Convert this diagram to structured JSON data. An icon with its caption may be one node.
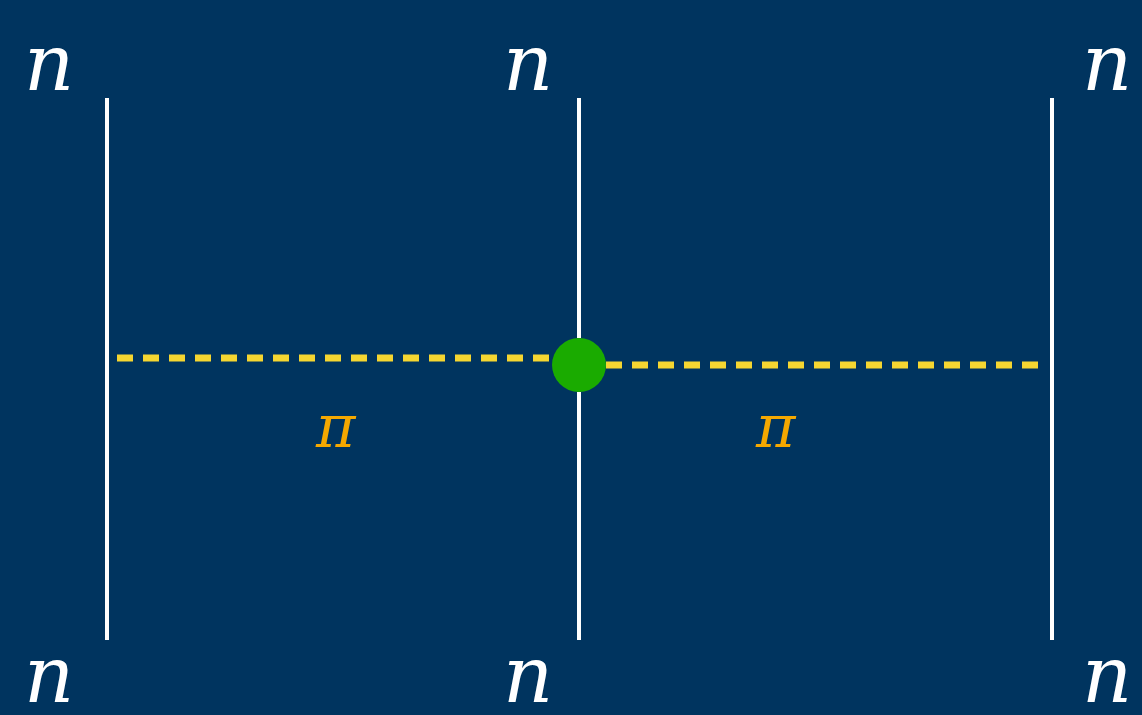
{
  "diagram": {
    "nodes": [
      {
        "text": [
          "n"
        ]
      },
      {
        "text": [
          "n"
        ]
      },
      {
        "text": [
          "n"
        ]
      },
      {
        "text": [
          "n"
        ]
      },
      {
        "text": [
          "n"
        ]
      },
      {
        "text": [
          "n"
        ]
      },
      {
        "text": [],
        "shape": "circle"
      }
    ],
    "edges": [
      {
        "from": 0,
        "to": 3,
        "arrow": "none"
      },
      {
        "from": 1,
        "to": 6,
        "arrow": "none"
      },
      {
        "from": 6,
        "to": 4,
        "arrow": "none"
      },
      {
        "from": 2,
        "to": 5,
        "arrow": "none"
      },
      {
        "from": null,
        "to": 6,
        "arrow": "none",
        "label": "π",
        "style": "dashed",
        "color": "#f5d631"
      },
      {
        "from": 6,
        "to": null,
        "arrow": "none",
        "label": "π",
        "style": "dashed",
        "color": "#f5d631"
      }
    ]
  }
}
